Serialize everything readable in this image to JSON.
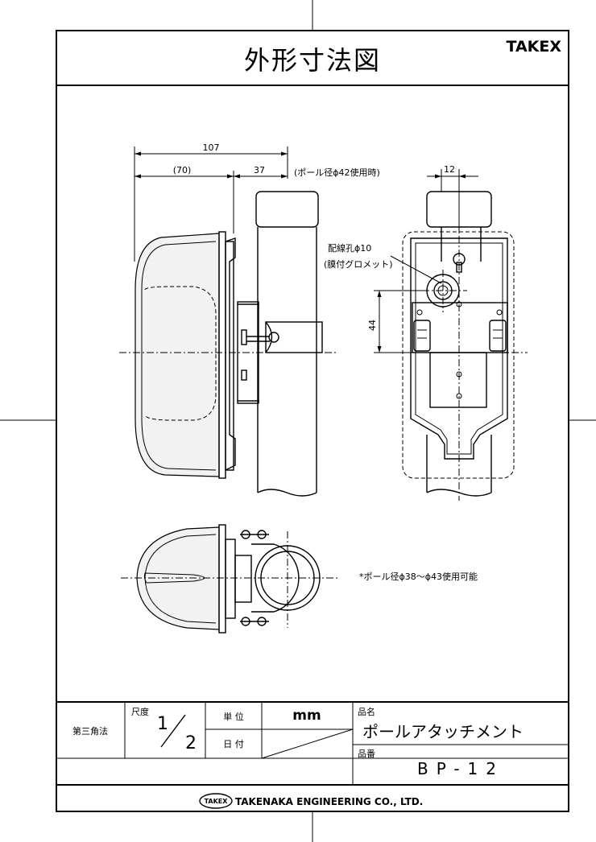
{
  "title": "外形寸法図",
  "brand": "TAKEX",
  "dimensions": {
    "overall_width": "107",
    "housing_depth": "(70)",
    "bracket_depth": "37",
    "pole_note": "(ポール径ϕ42使用時)",
    "offset": "12",
    "hole_label": "配線孔ϕ10",
    "grommet_label": "(膜付グロメット)",
    "height_44": "44"
  },
  "pole_range_note": "*ポール径ϕ38～ϕ43使用可能",
  "title_block": {
    "projection": "第三角法",
    "scale_label": "尺度",
    "scale_num": "1",
    "scale_den": "2",
    "unit_label": "単 位",
    "unit_value": "mm",
    "date_label": "日 付",
    "product_name_label": "品名",
    "product_name": "ポールアタッチメント",
    "part_no_label": "品番",
    "part_no": "BP-12"
  },
  "company": {
    "logo_text": "TAKEX",
    "name": "TAKENAKA ENGINEERING CO., LTD."
  }
}
